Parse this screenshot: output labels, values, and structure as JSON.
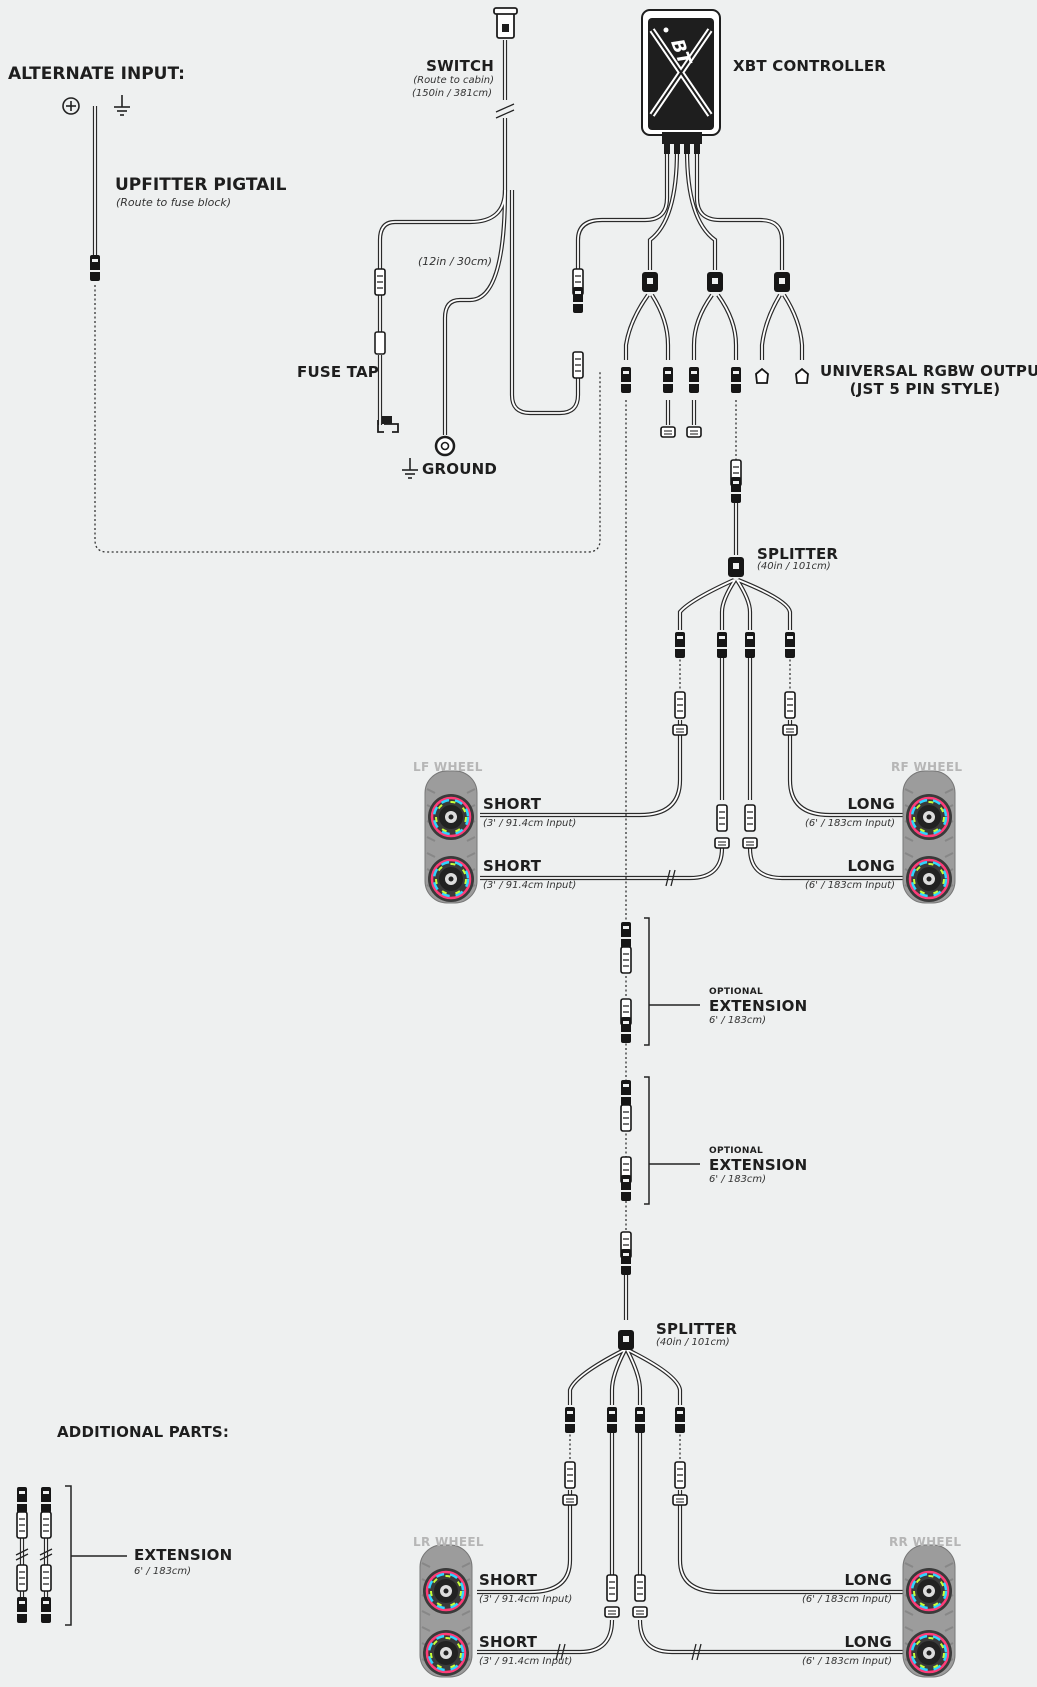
{
  "labels": {
    "alternate_input": "ALTERNATE INPUT:",
    "upfitter_pigtail": "UPFITTER PIGTAIL",
    "upfitter_pigtail_sub": "(Route to fuse block)",
    "switch": "SWITCH",
    "switch_sub1": "(Route to cabin)",
    "switch_sub2": "(150in / 381cm)",
    "controller": "XBT CONTROLLER",
    "ground_length": "(12in / 30cm)",
    "fuse_tap": "FUSE TAP",
    "ground": "GROUND",
    "rgbw_outputs_1": "UNIVERSAL RGBW OUTPUTS",
    "rgbw_outputs_2": "(JST 5 PIN STYLE)",
    "splitter_1": "SPLITTER",
    "splitter_1_sub": "(40in / 101cm)",
    "lf_wheel": "LF WHEEL",
    "rf_wheel": "RF WHEEL",
    "lf_top": "SHORT",
    "lf_top_sub": "(3' / 91.4cm Input)",
    "lf_bottom": "SHORT",
    "lf_bottom_sub": "(3' / 91.4cm Input)",
    "rf_top": "LONG",
    "rf_top_sub": "(6' / 183cm Input)",
    "rf_bottom": "LONG",
    "rf_bottom_sub": "(6' / 183cm Input)",
    "optional_1": "OPTIONAL",
    "extension_1": "EXTENSION",
    "extension_1_sub": "6' / 183cm)",
    "optional_2": "OPTIONAL",
    "extension_2": "EXTENSION",
    "extension_2_sub": "6' / 183cm)",
    "splitter_2": "SPLITTER",
    "splitter_2_sub": "(40in / 101cm)",
    "additional_parts": "ADDITIONAL PARTS:",
    "extension_part": "EXTENSION",
    "extension_part_sub": "6' / 183cm)",
    "lr_wheel": "LR WHEEL",
    "rr_wheel": "RR WHEEL",
    "lr_top": "SHORT",
    "lr_top_sub": "(3' / 91.4cm Input)",
    "lr_bottom": "SHORT",
    "lr_bottom_sub": "(3' / 91.4cm Input)",
    "rr_top": "LONG",
    "rr_top_sub": "(6' / 183cm Input)",
    "rr_bottom": "LONG",
    "rr_bottom_sub": "(6' / 183cm Input)",
    "controller_logo": "BT"
  },
  "colors": {
    "background": "#eef0f0",
    "wire": "#2a2a2a",
    "tire": "#9a9a9a",
    "wheel_label": "#b6b6b6"
  }
}
